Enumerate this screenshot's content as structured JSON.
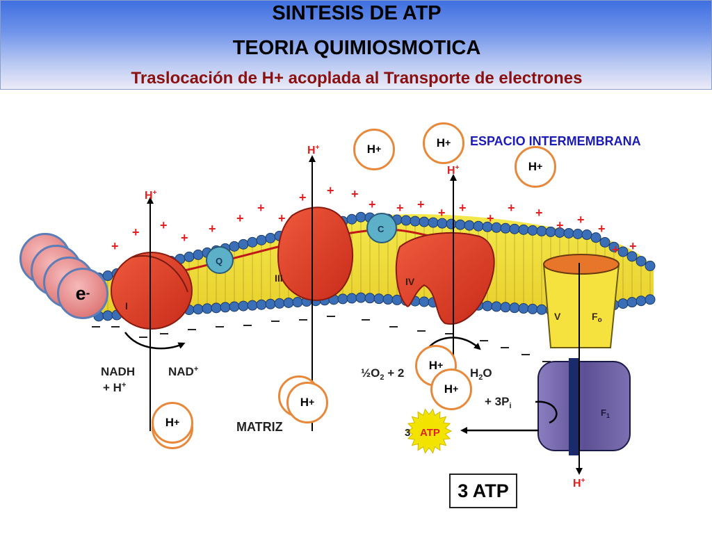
{
  "header": {
    "title_line1": "SINTESIS DE ATP",
    "title_line2": "TEORIA QUIMIOSMOTICA",
    "subtitle": "Traslocación de H+ acoplada al Transporte de electrones"
  },
  "labels": {
    "intermembrane_space": "ESPACIO INTERMEMBRANA",
    "matrix": "MATRIZ",
    "atp_result": "3 ATP",
    "electron": "e",
    "electron_charge": "-"
  },
  "bubble_h": {
    "h": "H",
    "plus": "+"
  },
  "complexes": {
    "c1": "I",
    "c3": "III",
    "c4": "IV",
    "c5": "V",
    "fo": "F",
    "fo_sub": "o",
    "f1": "F",
    "f1_sub": "1",
    "q": "Q",
    "c": "C"
  },
  "diagram_text": {
    "h_small": "H",
    "h_small_sup": "+",
    "nadh_line1": "NADH",
    "nadh_line2": "+ H",
    "nad": "NAD",
    "o2_half": "½O",
    "o2_sub": "2",
    "o2_rest": " + 2",
    "h2o": "H",
    "h2o_sub": "2",
    "h2o_rest": "O",
    "phosphate": "+ 3P",
    "phosphate_sub": "i",
    "atp_three": "3",
    "atp": "ATP"
  },
  "colors": {
    "header_top": "#3f6fe0",
    "header_bottom": "#ecebf7",
    "subtitle": "#8b1010",
    "intermembrane_label": "#1a1ab8",
    "bubble_border": "#e8883a",
    "complex_red": "#e2402a",
    "lipid_yellow": "#f2e23a",
    "lipid_head_blue": "#3a6fb8",
    "proton_red": "#e02020",
    "atp_sun": "#f2e400",
    "f1_purple": "#6a5a9e"
  }
}
